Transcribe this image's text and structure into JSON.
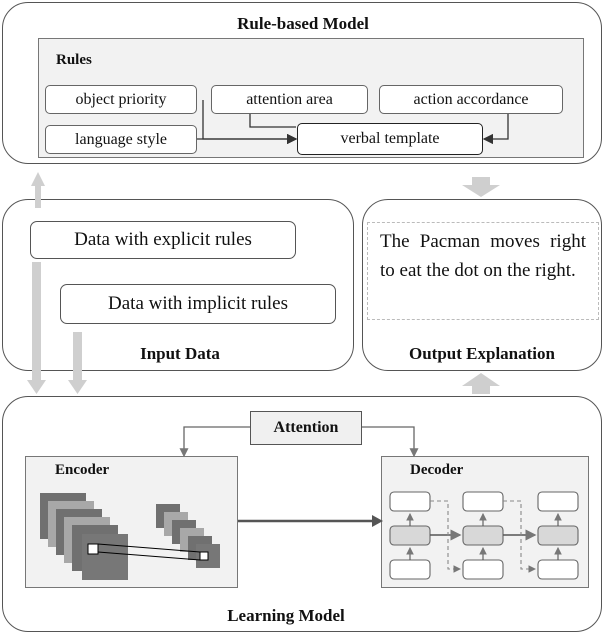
{
  "rule_model": {
    "title": "Rule-based Model",
    "rules_heading": "Rules",
    "rules": {
      "object_priority": "object  priority",
      "attention_area": "attention area",
      "action_accordance": "action accordance",
      "language_style": "language style",
      "verbal_template": "verbal template"
    }
  },
  "input_data": {
    "title": "Input Data",
    "explicit": "Data with explicit rules",
    "implicit": "Data with implicit rules"
  },
  "output": {
    "title": "Output Explanation",
    "text": "The Pacman moves right to eat the dot on the right."
  },
  "learning_model": {
    "title": "Learning Model",
    "attention": "Attention",
    "encoder": "Encoder",
    "decoder": "Decoder"
  }
}
